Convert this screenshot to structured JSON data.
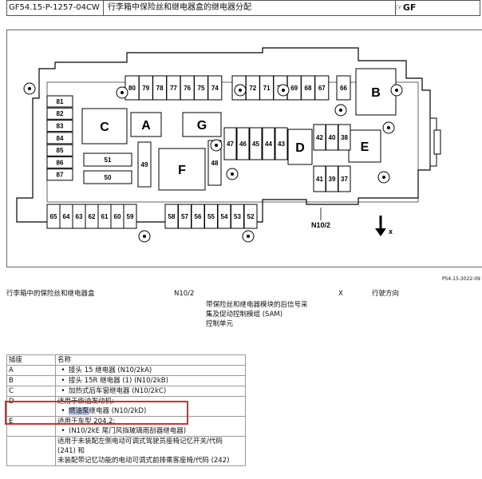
{
  "header": {
    "doc_id": "GF54.15-P-1257-04CW",
    "title": "行李箱中保险丝和继电器盒的继电器分配",
    "tag": "GF"
  },
  "diagram": {
    "upper_row": [
      "80",
      "79",
      "78",
      "77",
      "76",
      "75",
      "74",
      "73",
      "72",
      "71",
      "70",
      "69",
      "68",
      "67",
      "66"
    ],
    "left_column": [
      "81",
      "82",
      "83",
      "84",
      "85",
      "86",
      "87"
    ],
    "middle_col1": [
      "47",
      "46",
      "45",
      "44",
      "43"
    ],
    "right_col_upper": [
      "42",
      "40",
      "38"
    ],
    "right_col_lower": [
      "41",
      "39",
      "37"
    ],
    "bottom_row": [
      "65",
      "64",
      "63",
      "62",
      "61",
      "60",
      "59",
      "58",
      "57",
      "56",
      "55",
      "54",
      "53",
      "52"
    ],
    "small_fuses": [
      "51",
      "50",
      "49",
      "48"
    ],
    "relays": [
      "A",
      "B",
      "C",
      "D",
      "E",
      "F",
      "G"
    ],
    "connector_label": "N10/2",
    "direction_label": "x",
    "figure_id": "P54.15-3022-09",
    "colors": {
      "highlight": "#b7c7e8",
      "box": "#d92b2b"
    }
  },
  "legend": {
    "item1": "行李箱中的保险丝和继电器盒",
    "code": "N10/2",
    "desc": [
      "带保险丝和继电器模块的后信号采",
      "集及促动控制模组 (SAM)",
      "控制单元"
    ],
    "x": "X",
    "x_desc": "行驶方向"
  },
  "table": {
    "headers": [
      "插座",
      "名称"
    ],
    "rows": [
      {
        "k": "A",
        "lines": [
          {
            "bullet": true,
            "text": "接头 15 继电器 (N10/2kA)"
          }
        ]
      },
      {
        "k": "B",
        "lines": [
          {
            "bullet": true,
            "text": "接头 15R 继电器 (1) (N10/2kB)"
          }
        ]
      },
      {
        "k": "C",
        "lines": [
          {
            "bullet": true,
            "text": "加热式后车窗继电器 (N10/2kC)"
          }
        ]
      },
      {
        "k": "D",
        "lines": [
          {
            "bullet": false,
            "text": "适用于柴油发动机:"
          },
          {
            "bullet": true,
            "hl": "燃油泵",
            "text": "继电器 (N10/2kD)"
          }
        ]
      },
      {
        "k": "E",
        "lines": [
          {
            "bullet": false,
            "text": "适用于车型 204.2:"
          },
          {
            "bullet": true,
            "text": "(N10/2kE 尾门风挡玻璃雨刮器继电器)"
          }
        ]
      },
      {
        "k": "",
        "lines": [
          {
            "bullet": false,
            "text": "适用于未装配左侧电动可调式驾驶员座椅记忆开关/代码"
          },
          {
            "bullet": false,
            "text": "(241) 和"
          },
          {
            "bullet": false,
            "text": "未装配带记忆功能的电动可调式前排乘客座椅/代码 (242)"
          }
        ]
      }
    ]
  }
}
